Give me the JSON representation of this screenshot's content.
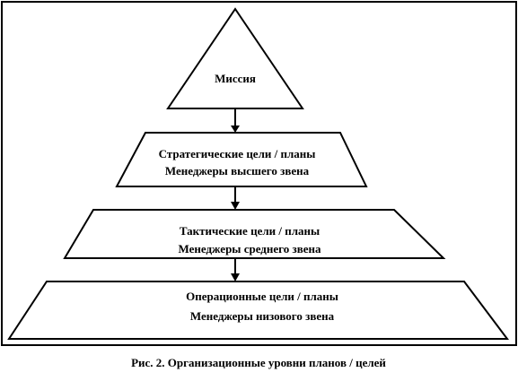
{
  "diagram": {
    "levels": [
      {
        "line1": "Миссия"
      },
      {
        "line1": "Стратегические цели / планы",
        "line2": "Менеджеры высшего звена"
      },
      {
        "line1": "Тактические цели / планы",
        "line2": "Менеджеры среднего звена"
      },
      {
        "line1": "Операционные цели / планы",
        "line2": "Менеджеры низового звена"
      }
    ],
    "caption": "Рис. 2. Организационные уровни планов / целей"
  }
}
